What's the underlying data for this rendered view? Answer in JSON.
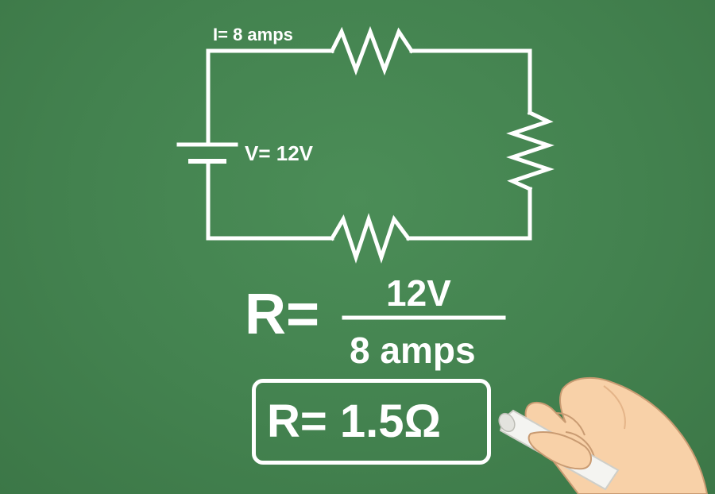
{
  "circuit": {
    "current_label": "I= 8 amps",
    "voltage_label": "V= 12V"
  },
  "equation": {
    "lhs": "R=",
    "numerator": "12V",
    "denominator": "8 amps"
  },
  "result": {
    "text": "R= 1.5Ω"
  },
  "colors": {
    "chalkboard": "#44834f",
    "chalk": "#ffffff",
    "skin": "#f8d1a8"
  }
}
